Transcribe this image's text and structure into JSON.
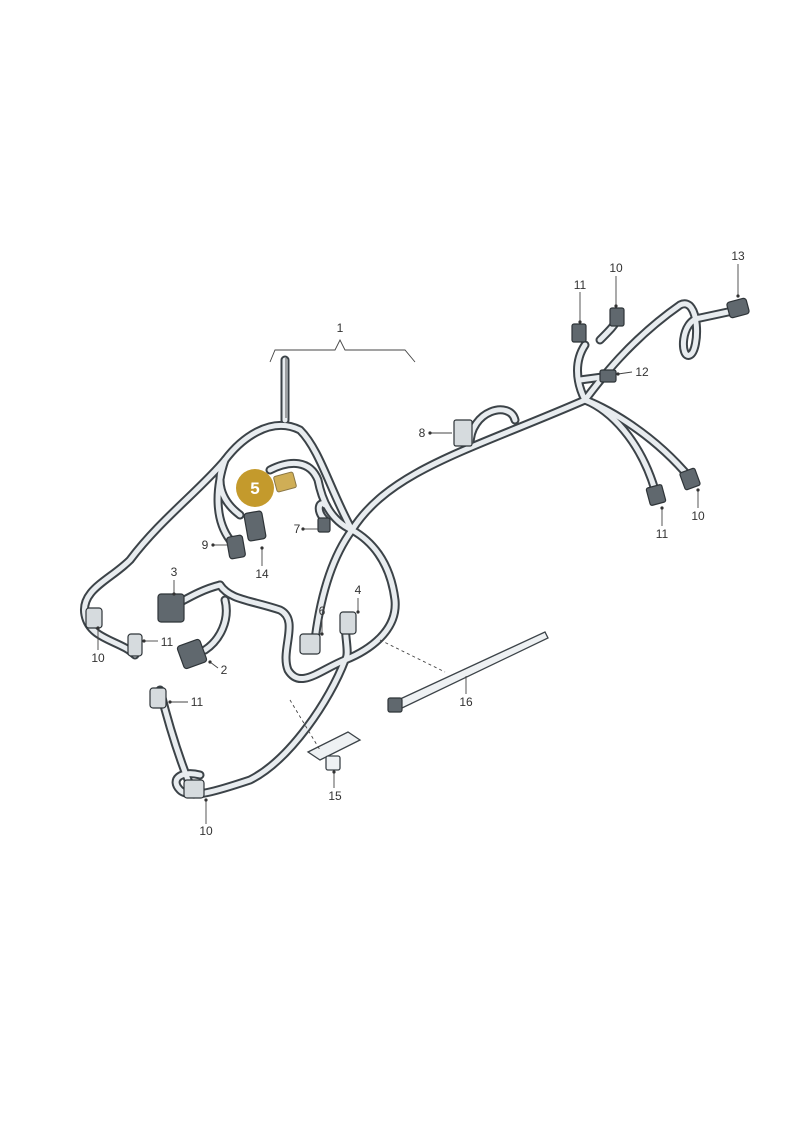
{
  "diagram": {
    "callouts": [
      {
        "id": "c1",
        "label": "1"
      },
      {
        "id": "c2",
        "label": "2"
      },
      {
        "id": "c3",
        "label": "3"
      },
      {
        "id": "c4",
        "label": "4"
      },
      {
        "id": "c6",
        "label": "6"
      },
      {
        "id": "c7",
        "label": "7"
      },
      {
        "id": "c8",
        "label": "8"
      },
      {
        "id": "c9",
        "label": "9"
      },
      {
        "id": "c10a",
        "label": "10"
      },
      {
        "id": "c10b",
        "label": "10"
      },
      {
        "id": "c10c",
        "label": "10"
      },
      {
        "id": "c10d",
        "label": "10"
      },
      {
        "id": "c11a",
        "label": "11"
      },
      {
        "id": "c11b",
        "label": "11"
      },
      {
        "id": "c11c",
        "label": "11"
      },
      {
        "id": "c11d",
        "label": "11"
      },
      {
        "id": "c12",
        "label": "12"
      },
      {
        "id": "c13",
        "label": "13"
      },
      {
        "id": "c14",
        "label": "14"
      },
      {
        "id": "c15",
        "label": "15"
      },
      {
        "id": "c16",
        "label": "16"
      }
    ],
    "highlight": {
      "label": "5",
      "color": "#c49a2c"
    },
    "colors": {
      "wire_outline": "#3c4348",
      "wire_fill": "#e8ecef",
      "connector": "#60686e"
    }
  }
}
